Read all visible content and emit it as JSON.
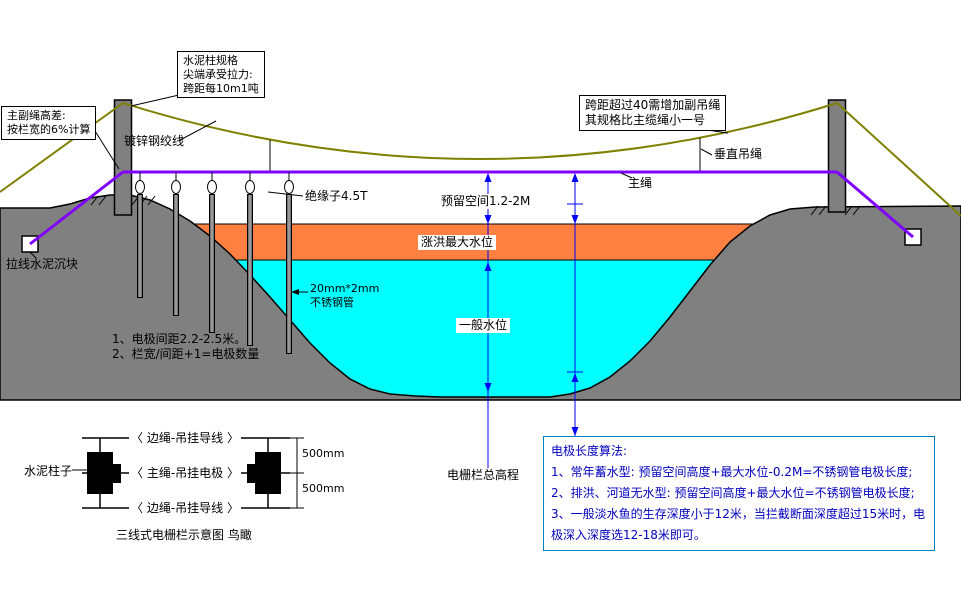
{
  "colors": {
    "terrain": "#808080",
    "normal_water": "#00FFFF",
    "flood_water": "#FF8040",
    "main_rope": "#8000FF",
    "suspension_rope": "#808000",
    "measurement": "#0000FF",
    "note_text": "#0000C0",
    "note_border": "#0080C0"
  },
  "labels": {
    "pillar_spec": {
      "l1": "水泥柱规格",
      "l2": "尖端承受拉力:",
      "l3": "跨距每10m1吨"
    },
    "rope_diff": {
      "l1": "主副绳高差:",
      "l2": "按栏宽的6%计算"
    },
    "galvanized": "镀锌钢绞线",
    "span_note": {
      "l1": "跨距超过40需增加副吊绳",
      "l2": "其规格比主缆绳小一号"
    },
    "vertical_rope": "垂直吊绳",
    "main_rope": "主绳",
    "insulator": "绝缘子4.5T",
    "reserved_space": "预留空间1.2-2M",
    "flood_level": "涨洪最大水位",
    "normal_level": "一般水位",
    "anchor": "拉线水泥沉块",
    "pipe": {
      "l1": "20mm*2mm",
      "l2": "不锈钢管"
    },
    "electrode_notes": {
      "l1": "1、电极间距2.2-2.5米。",
      "l2": "2、栏宽/间距+1=电极数量"
    },
    "fence_elevation": "电栅栏总高程"
  },
  "note_box": {
    "title": "电极长度算法:",
    "lines": [
      "1、常年蓄水型: 预留空间高度+最大水位-0.2M=不锈钢管电极长度;",
      "2、排洪、河道无水型: 预留空间高度+最大水位=不锈钢管电极长度;",
      "3、一般淡水鱼的生存深度小于12米，当拦截断面深度超过15米时，电",
      "极深入深度选12-18米即可。"
    ]
  },
  "birdseye": {
    "pillar": "水泥柱子",
    "wire_top": "〈 边绳-吊挂导线 〉",
    "wire_mid": "〈 主绳-吊挂电极 〉",
    "wire_bottom": "〈 边绳-吊挂导线 〉",
    "dim_top": "500mm",
    "dim_bottom": "500mm",
    "caption": "三线式电栅栏示意图  鸟瞰"
  }
}
